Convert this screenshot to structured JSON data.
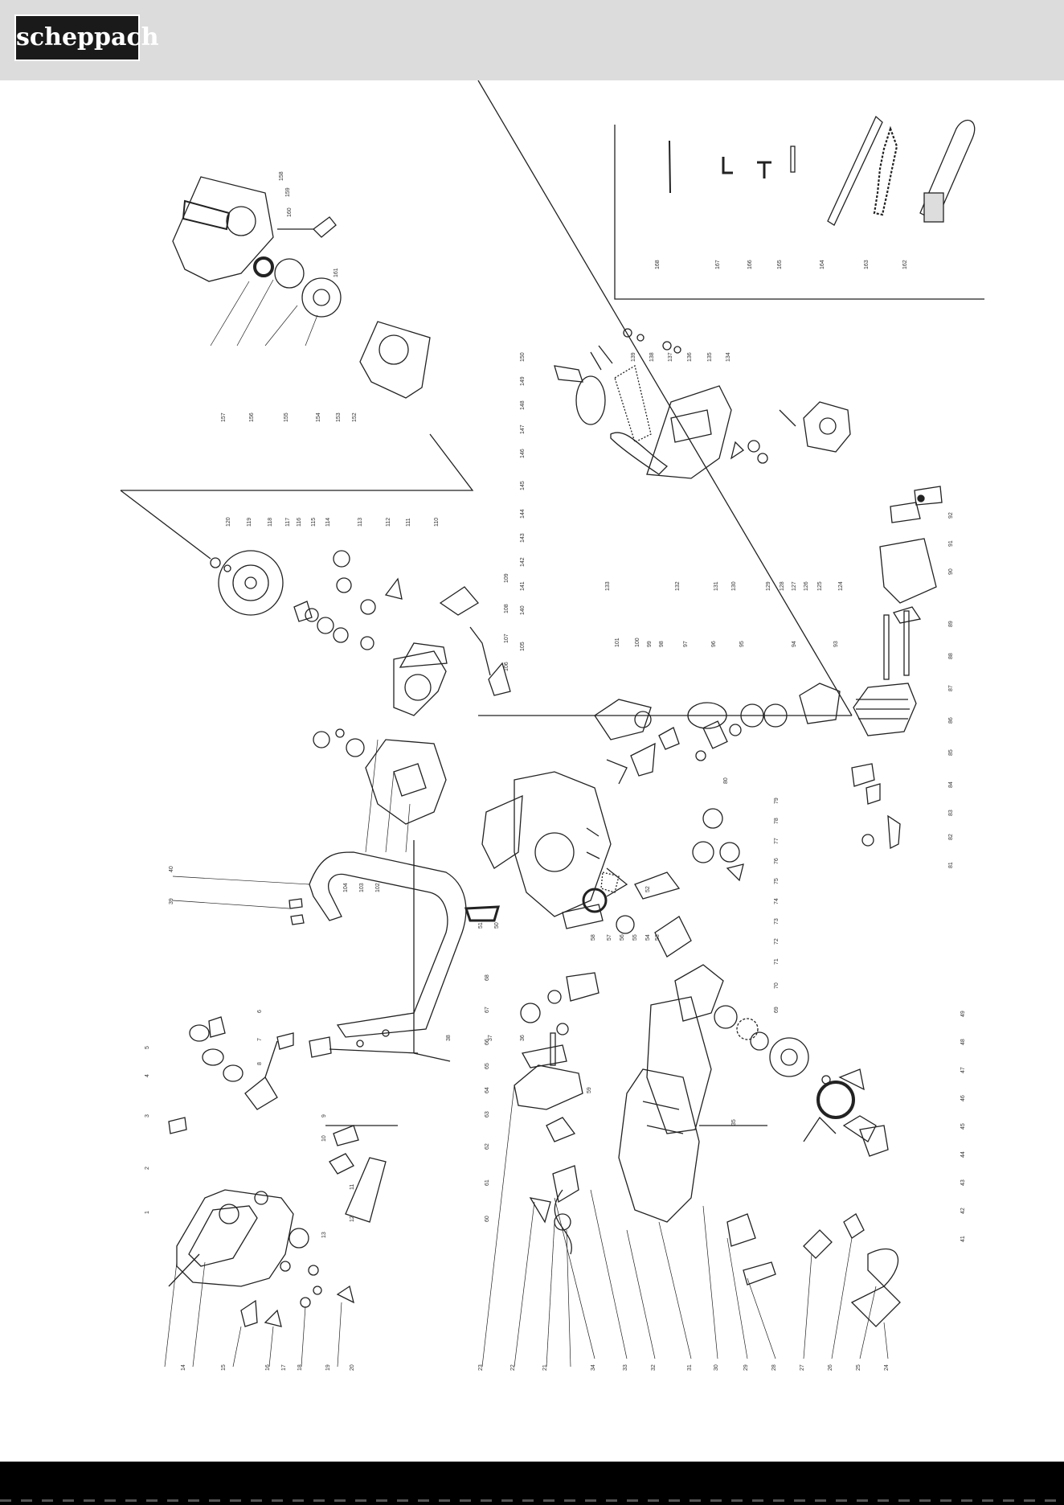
{
  "brand": {
    "logo_text": "scheppach"
  },
  "colors": {
    "header_bg": "#dcdcdc",
    "footer_bg": "#000000",
    "line": "#222222"
  },
  "part_numbers": {
    "accessories": [
      "168",
      "167",
      "166",
      "165",
      "164",
      "163",
      "162"
    ],
    "starter": [
      "158",
      "159",
      "160",
      "161",
      "157",
      "156",
      "155",
      "154",
      "153",
      "152"
    ],
    "brake": [
      "150",
      "149",
      "148",
      "147",
      "146",
      "145",
      "144",
      "143",
      "142",
      "141",
      "140",
      "139",
      "138",
      "137",
      "136",
      "135",
      "134",
      "133",
      "132",
      "131",
      "130",
      "129",
      "128",
      "127",
      "126",
      "125",
      "124"
    ],
    "flywheel": [
      "120",
      "119",
      "118",
      "117",
      "116",
      "115",
      "114",
      "113",
      "112",
      "111",
      "110",
      "109",
      "108",
      "107",
      "106",
      "105",
      "104",
      "103",
      "102"
    ],
    "engine": [
      "101",
      "100",
      "99",
      "98",
      "97",
      "96",
      "95",
      "94",
      "93",
      "92",
      "91",
      "90",
      "89",
      "88",
      "87",
      "86",
      "85",
      "84",
      "83",
      "82",
      "81",
      "80"
    ],
    "crankcase": [
      "79",
      "78",
      "77",
      "76",
      "75",
      "74",
      "73",
      "72",
      "71",
      "70",
      "69",
      "68",
      "67",
      "66",
      "65",
      "64",
      "63",
      "62",
      "61",
      "60",
      "59",
      "58",
      "57",
      "56",
      "55",
      "54",
      "53",
      "52",
      "51",
      "50"
    ],
    "clutch": [
      "49",
      "48",
      "47",
      "46",
      "45",
      "44",
      "43",
      "42",
      "41"
    ],
    "handle": [
      "40",
      "39",
      "38",
      "37",
      "36",
      "35",
      "34",
      "33",
      "32",
      "31",
      "30",
      "29",
      "28",
      "27",
      "26",
      "25",
      "24",
      "23",
      "22",
      "21"
    ],
    "tank": [
      "20",
      "19",
      "18",
      "17",
      "16",
      "15",
      "14",
      "13",
      "12",
      "11",
      "10",
      "9",
      "8",
      "7",
      "6",
      "5",
      "4",
      "3",
      "2",
      "1"
    ]
  }
}
